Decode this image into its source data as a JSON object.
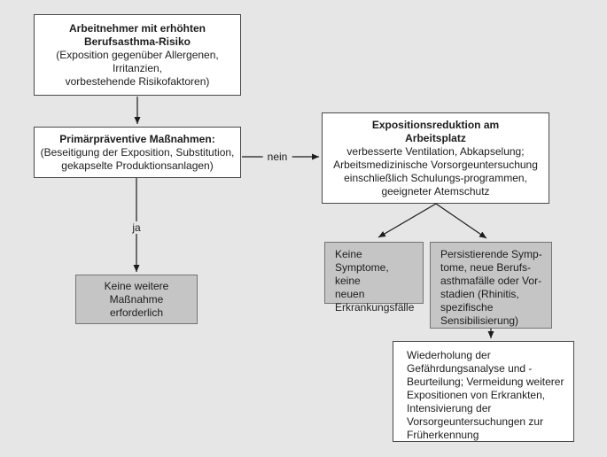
{
  "nodes": {
    "risk": {
      "title": "Arbeitnehmer mit erhöhten\nBerufsasthma-Risiko",
      "body": "(Exposition gegenüber Allergenen,\nIrritanzien,\nvorbestehende Risikofaktoren)"
    },
    "primary": {
      "title": "Primärpräventive Maßnahmen:",
      "body": "(Beseitigung der Exposition, Substitution,\ngekapselte Produktionsanlagen)"
    },
    "exposure": {
      "title": "Expositionsreduktion am\nArbeitsplatz",
      "body": "verbesserte Ventilation, Abkapselung;\nArbeitsmedizinische Vorsorgeuntersuchung\neinschließlich Schulungs-programmen,\ngeeigneter Atemschutz"
    },
    "no_further": {
      "body": "Keine weitere\nMaßnahme\nerforderlich"
    },
    "no_symptoms": {
      "body": "Keine\nSymptome, keine\nneuen\nErkrankungsfälle"
    },
    "persistent": {
      "body": "Persistierende Symp-\ntome, neue Berufs-\nasthmafälle oder Vor-\nstadien (Rhinitis,\nspezifische\nSensibilisierung)"
    },
    "repeat": {
      "body": "Wiederholung der\nGefährdungsanalyse und -\nBeurteilung; Vermeidung weiterer\nExpositionen von Erkrankten,\nIntensivierung der\nVorsorgeuntersuchungen zur\nFrüherkennung"
    }
  },
  "edge_labels": {
    "nein": "nein",
    "ja": "ja"
  },
  "colors": {
    "background": "#e6e6e6",
    "box_white_fill": "#ffffff",
    "box_white_border": "#4a4a4a",
    "box_gray_fill": "#c5c5c5",
    "box_gray_border": "#747474",
    "arrow": "#1c1c1c",
    "text": "#1c1c1c"
  }
}
